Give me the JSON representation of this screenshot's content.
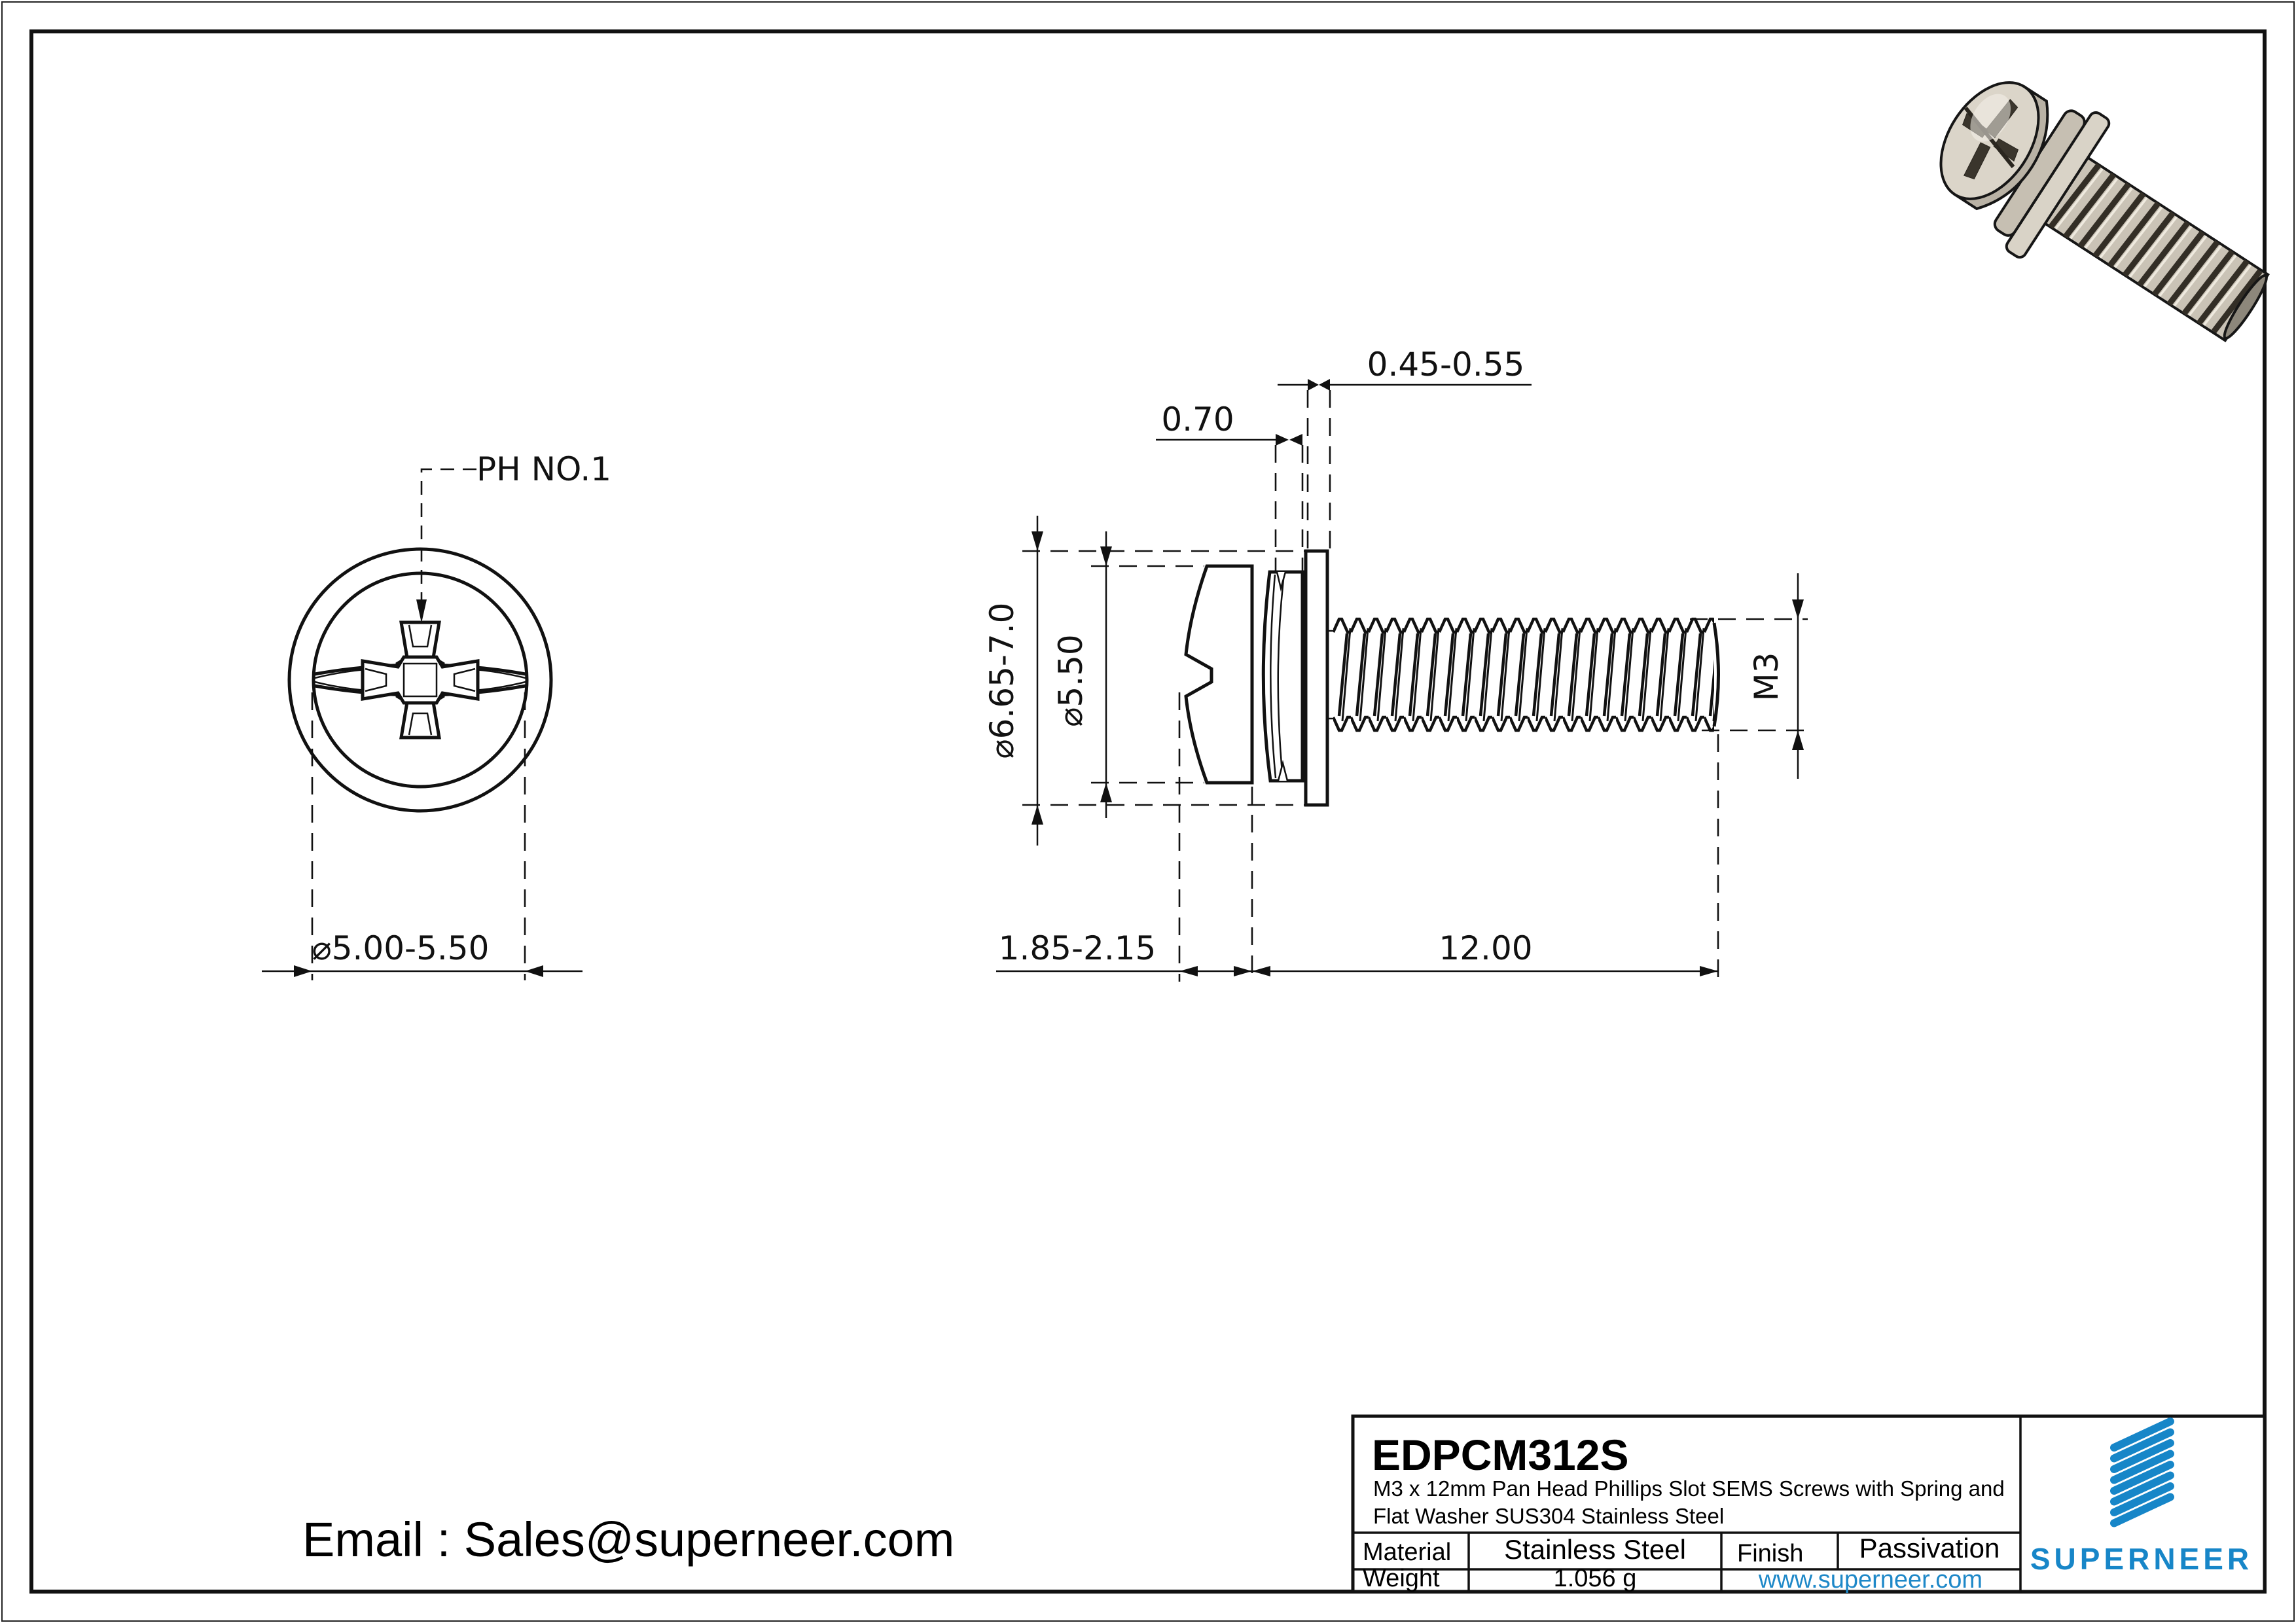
{
  "front_view": {
    "drive_label": "PH NO.1",
    "head_diameter": "⌀5.00-5.50"
  },
  "side_view": {
    "flat_washer_thickness": "0.45-0.55",
    "spring_washer_thickness": "0.70",
    "washer_diameter": "⌀6.65-7.0",
    "head_diameter": "⌀5.50",
    "head_height": "1.85-2.15",
    "thread_length": "12.00",
    "thread_spec": "M3"
  },
  "footer": {
    "email": "Email : Sales@superneer.com"
  },
  "title_block": {
    "part_number": "EDPCM312S",
    "description_line1": "M3 x 12mm Pan Head Phillips Slot SEMS Screws with Spring and",
    "description_line2": "Flat  Washer SUS304 Stainless Steel",
    "material_label": "Material",
    "material_value": "Stainless Steel",
    "finish_label": "Finish",
    "finish_value": "Passivation",
    "weight_label": "Weight",
    "weight_value": "1.056 g",
    "website": "www.superneer.com",
    "brand": "SUPERNEER",
    "accent_color": "#1786C8",
    "link_color": "#1E88C8"
  }
}
